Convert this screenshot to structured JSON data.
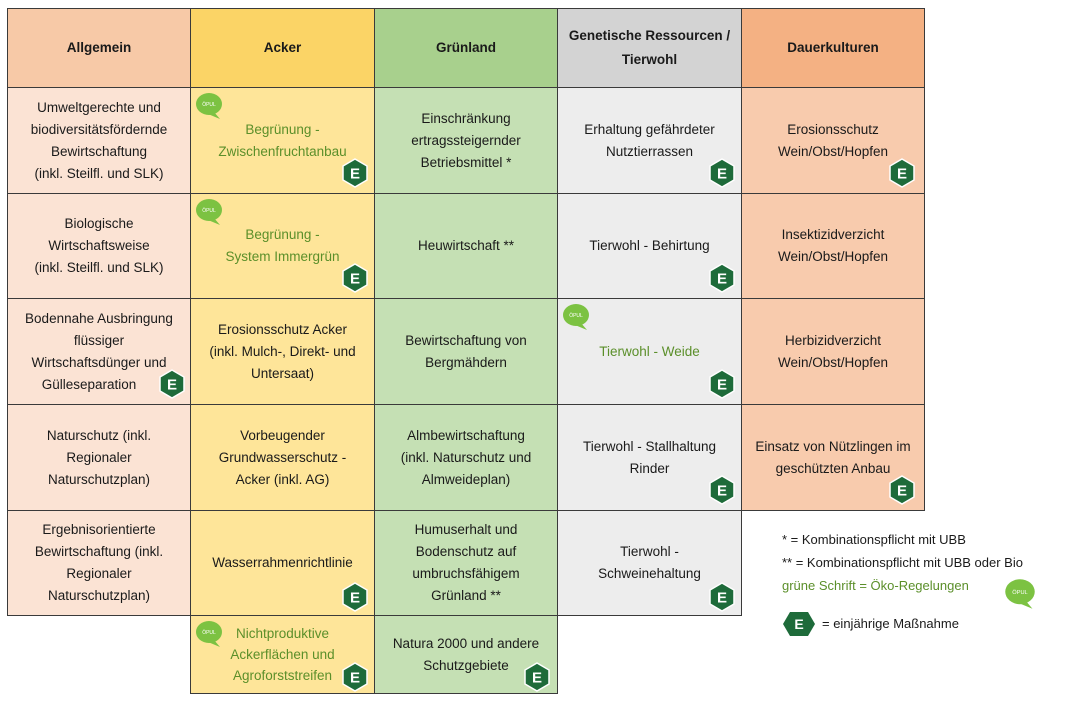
{
  "headers": {
    "allgemein": "Allgemein",
    "acker": "Acker",
    "gruenland": "Grünland",
    "genetisch_line1": "Genetische Ressourcen /",
    "genetisch_line2": "Tierwohl",
    "dauerkulturen": "Dauerkulturen"
  },
  "rows": [
    {
      "allgemein": [
        "Umweltgerechte und",
        "biodiversitätsfördernde",
        "Bewirtschaftung",
        "(inkl. Steilfl. und SLK)"
      ],
      "acker": [
        "Begrünung -",
        "Zwischenfruchtanbau"
      ],
      "gruenland": [
        "Einschränkung",
        "ertragssteigernder",
        "Betriebsmittel *"
      ],
      "genetisch": [
        "Erhaltung gefährdeter",
        "Nutztierrassen"
      ],
      "dauer": [
        "Erosionsschutz",
        "Wein/Obst/Hopfen"
      ]
    },
    {
      "allgemein": [
        "Biologische",
        "Wirtschaftsweise",
        "(inkl. Steilfl. und SLK)"
      ],
      "acker": [
        "Begrünung -",
        "System Immergrün"
      ],
      "gruenland": [
        "Heuwirtschaft **"
      ],
      "genetisch": [
        "Tierwohl - Behirtung"
      ],
      "dauer": [
        "Insektizidverzicht",
        "Wein/Obst/Hopfen"
      ]
    },
    {
      "allgemein": [
        "Bodennahe Ausbringung",
        "flüssiger",
        "Wirtschaftsdünger und",
        "Gülleseparation"
      ],
      "acker": [
        "Erosionsschutz Acker",
        "(inkl. Mulch-, Direkt- und",
        "Untersaat)"
      ],
      "gruenland": [
        "Bewirtschaftung von",
        "Bergmähdern"
      ],
      "genetisch": [
        "Tierwohl - Weide"
      ],
      "dauer": [
        "Herbizidverzicht",
        "Wein/Obst/Hopfen"
      ]
    },
    {
      "allgemein": [
        "Naturschutz (inkl.",
        "Regionaler",
        "Naturschutzplan)"
      ],
      "acker": [
        "Vorbeugender",
        "Grundwasserschutz -",
        "Acker (inkl. AG)"
      ],
      "gruenland": [
        "Almbewirtschaftung",
        "(inkl. Naturschutz und",
        "Almweideplan)"
      ],
      "genetisch": [
        "Tierwohl - Stallhaltung",
        "Rinder"
      ],
      "dauer": [
        "Einsatz von Nützlingen im",
        "geschützten Anbau"
      ]
    },
    {
      "allgemein": [
        "Ergebnisorientierte",
        "Bewirtschaftung (inkl.",
        "Regionaler",
        "Naturschutzplan)"
      ],
      "acker": [
        "Wasserrahmenrichtlinie"
      ],
      "gruenland": [
        "Humuserhalt und",
        "Bodenschutz auf",
        "umbruchsfähigem",
        "Grünland **"
      ],
      "genetisch": [
        "Tierwohl -",
        "Schweinehaltung"
      ]
    },
    {
      "acker": [
        "Nichtproduktive",
        "Ackerflächen und",
        "Agroforststreifen"
      ],
      "gruenland": [
        "Natura 2000 und andere",
        "Schutzgebiete"
      ]
    }
  ],
  "badges": {
    "e_letter": "E",
    "oko_text": "ÖPUL"
  },
  "legend": {
    "line1": "* = Kombinationspflicht mit UBB",
    "line2": "** = Kombinationspflicht mit UBB oder Bio",
    "line3": "grüne Schrift = Öko-Regelungen",
    "line4": "= einjährige Maßnahme"
  },
  "colors": {
    "green_text": "#5b8f2a",
    "e_badge": "#1e6b3a",
    "oko_badge": "#7cc242"
  }
}
